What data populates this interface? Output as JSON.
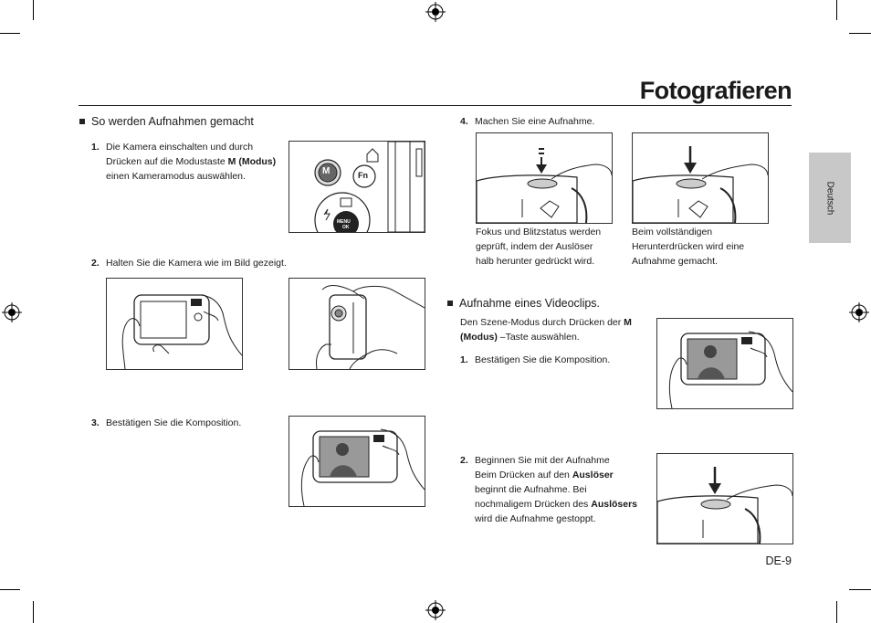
{
  "page": {
    "title": "Fotografieren",
    "side_tab": "Deutsch",
    "page_number": "DE-9"
  },
  "left": {
    "section": "So werden Aufnahmen gemacht",
    "step1": {
      "num": "1.",
      "line1": "Die Kamera einschalten und durch",
      "line2a": "Drücken auf die Modustaste ",
      "line2b": "M (Modus)",
      "line3": "einen Kameramodus auswählen."
    },
    "step2": {
      "num": "2.",
      "text": "Halten Sie die Kamera wie im Bild gezeigt."
    },
    "step3": {
      "num": "3.",
      "text": "Bestätigen Sie die Komposition."
    }
  },
  "right": {
    "step4": {
      "num": "4.",
      "text": "Machen Sie eine Aufnahme."
    },
    "caption_a": [
      "Fokus und Blitzstatus werden",
      "geprüft, indem der Auslöser",
      "halb herunter gedrückt wird."
    ],
    "caption_b": [
      "Beim vollständigen",
      "Herunterdrücken wird eine",
      "Aufnahme gemacht."
    ],
    "section2": "Aufnahme eines Videoclips.",
    "intro": {
      "a": "Den Szene-Modus durch Drücken der ",
      "b": "M",
      "c": "(Modus)",
      "d": " –Taste auswählen."
    },
    "v_step1": {
      "num": "1.",
      "text": "Bestätigen Sie die Komposition."
    },
    "v_step2": {
      "num": "2.",
      "line1": "Beginnen Sie mit der Aufnahme",
      "line2a": "Beim Drücken auf den ",
      "line2b": "Auslöser",
      "line3": "beginnt die Aufnahme. Bei",
      "line4a": "nochmaligem Drücken des ",
      "line4b": "Auslösers",
      "line5": "wird die Aufnahme gestoppt."
    }
  },
  "icons": {
    "btn_m": "M",
    "btn_fn": "Fn",
    "btn_menu": "MENU",
    "btn_ok": "OK"
  }
}
